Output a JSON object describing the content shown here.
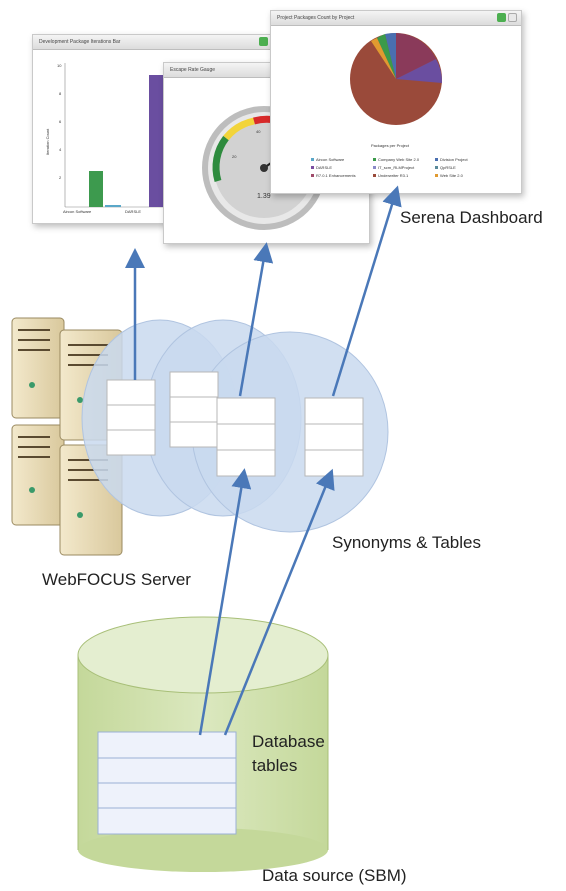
{
  "labels": {
    "serena": "Serena Dashboard",
    "synonyms": "Synonyms & Tables",
    "webfocus": "WebFOCUS Server",
    "database": "Database\ntables",
    "database_l1": "Database",
    "database_l2": "tables",
    "datasource": "Data source (SBM)"
  },
  "panels": {
    "bar": {
      "title": "Development Package Iterations Bar",
      "ylabel": "Iteration Count",
      "xlabels": [
        "Aircon Software",
        "DARSLE"
      ],
      "yticks": [
        "10",
        "8",
        "6",
        "4",
        "2"
      ]
    },
    "gauge": {
      "title": "Escape Rate Gauge",
      "value": "1.39",
      "ticks": [
        "20",
        "40"
      ]
    },
    "pie": {
      "title": "Project Packages Count by Project",
      "subtitle": "Packages per Project",
      "legend": [
        {
          "label": "Aircon Software",
          "color": "#5aa7c8"
        },
        {
          "label": "Company Web Site 2.0",
          "color": "#3b9a4a"
        },
        {
          "label": "Division Project",
          "color": "#4a6fb0"
        },
        {
          "label": "DARSLE",
          "color": "#7a4ea0"
        },
        {
          "label": "IT_scm_RLMProject",
          "color": "#8a8ac8"
        },
        {
          "label": "QpRSLE",
          "color": "#5a8a9a"
        },
        {
          "label": "R7.0.1 Enhancements",
          "color": "#a04a6a"
        },
        {
          "label": "Underwriter R3.1",
          "color": "#9a4a3a"
        },
        {
          "label": "Web Site 2.0",
          "color": "#e09a30"
        }
      ]
    }
  },
  "colors": {
    "arrow": "#4a78b8",
    "bubble": "#c9d9ee",
    "cylinder": "#cfe0a8"
  }
}
